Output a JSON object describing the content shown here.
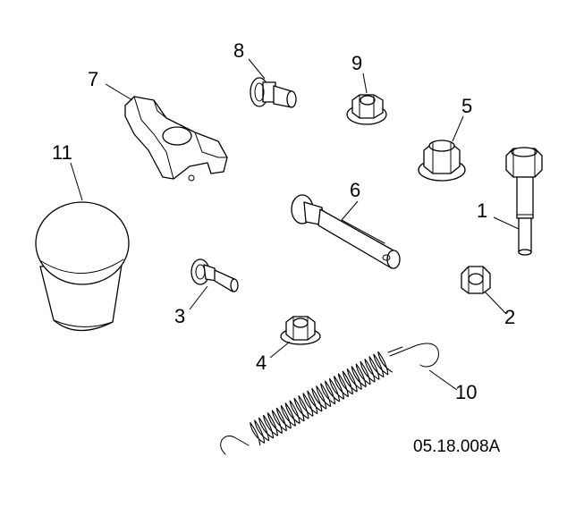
{
  "drawing": {
    "reference": "05.18.008A",
    "callouts": [
      "1",
      "2",
      "3",
      "4",
      "5",
      "6",
      "7",
      "8",
      "9",
      "10",
      "11"
    ]
  },
  "colors": {
    "line": "#000000",
    "background": "#ffffff"
  }
}
